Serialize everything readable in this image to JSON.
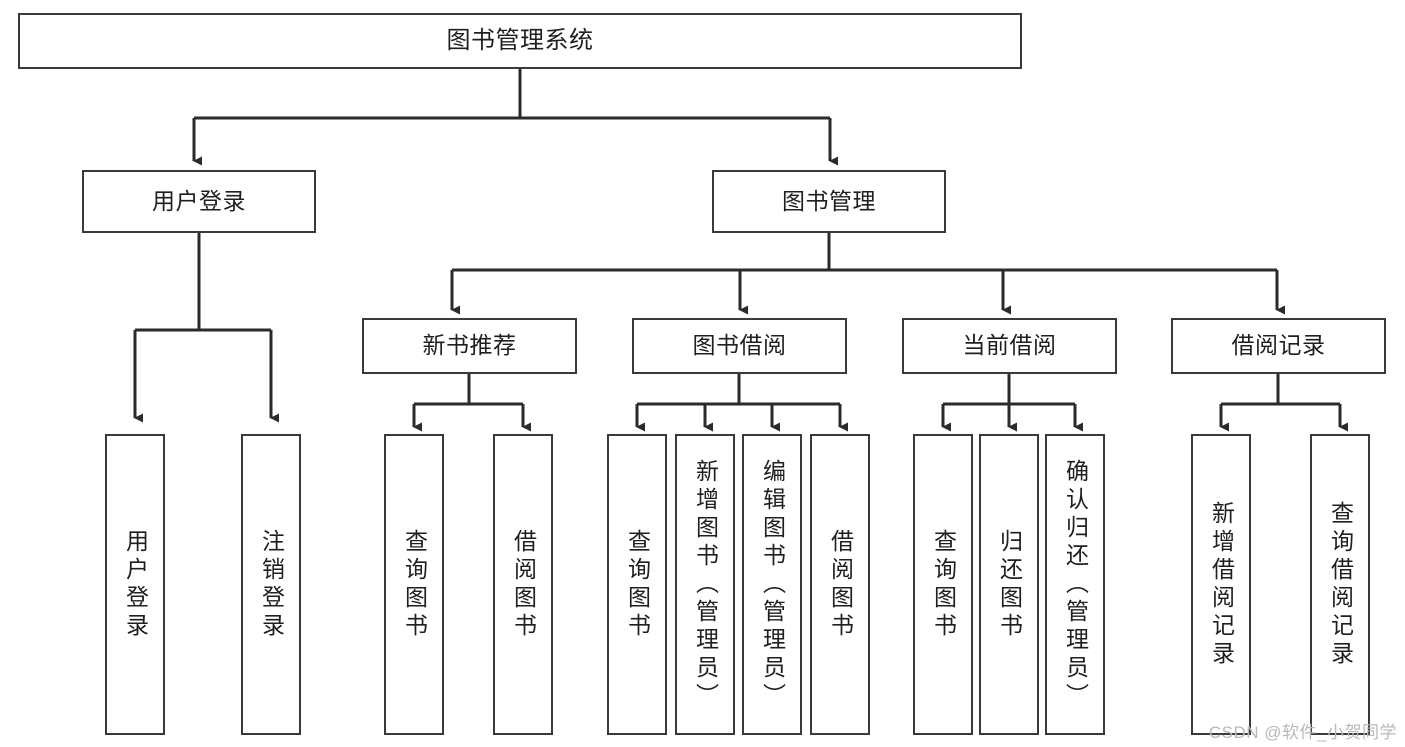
{
  "diagram": {
    "type": "hierarchy-tree",
    "title": "图书管理系统",
    "watermark": "CSDN @软件_小贺同学",
    "colors": {
      "box_border": "#3a3a3a",
      "box_fill": "#ffffff",
      "connector": "#2b2b2b",
      "text": "#1f1f1f",
      "watermark": "#b9b9b9"
    },
    "nodes": {
      "root": {
        "label": "图书管理系统"
      },
      "level2": [
        {
          "label": "用户登录"
        },
        {
          "label": "图书管理"
        }
      ],
      "level3": [
        {
          "label": "新书推荐"
        },
        {
          "label": "图书借阅"
        },
        {
          "label": "当前借阅"
        },
        {
          "label": "借阅记录"
        }
      ],
      "leaves": [
        {
          "label": "用户登录",
          "parent": "用户登录"
        },
        {
          "label": "注销登录",
          "parent": "用户登录"
        },
        {
          "label": "查询图书",
          "parent": "新书推荐"
        },
        {
          "label": "借阅图书",
          "parent": "新书推荐"
        },
        {
          "label": "查询图书",
          "parent": "图书借阅"
        },
        {
          "label": "新增图书（管理员）",
          "parent": "图书借阅"
        },
        {
          "label": "编辑图书（管理员）",
          "parent": "图书借阅"
        },
        {
          "label": "借阅图书",
          "parent": "图书借阅"
        },
        {
          "label": "查询图书",
          "parent": "当前借阅"
        },
        {
          "label": "归还图书",
          "parent": "当前借阅"
        },
        {
          "label": "确认归还（管理员）",
          "parent": "当前借阅"
        },
        {
          "label": "新增借阅记录",
          "parent": "借阅记录"
        },
        {
          "label": "查询借阅记录",
          "parent": "借阅记录"
        }
      ]
    }
  }
}
